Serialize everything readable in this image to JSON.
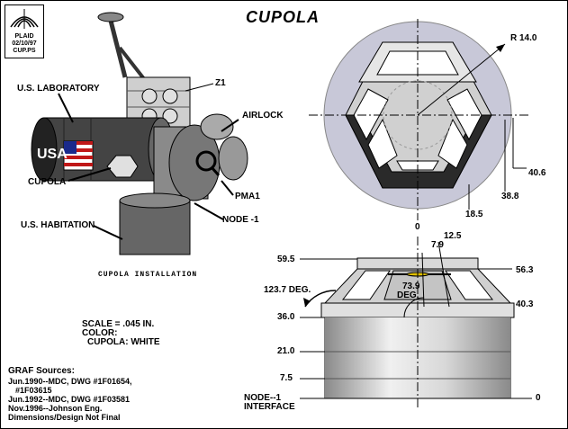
{
  "title": "CUPOLA",
  "logo": {
    "line1": "PLAID",
    "line2": "02/10/97",
    "line3": "CUP.PS"
  },
  "left_labels": {
    "z1": "Z1",
    "us_laboratory": "U.S. LABORATORY",
    "airlock": "AIRLOCK",
    "usa": "USA",
    "cupola": "CUPOLA",
    "pma1": "PMA1",
    "node1": "NODE -1",
    "us_habitation": "U.S. HABITATION",
    "installation": "CUPOLA INSTALLATION"
  },
  "scale_block": {
    "scale": "SCALE = .045 IN.",
    "color": "COLOR:",
    "cupola_color": "CUPOLA:  WHITE"
  },
  "sources": {
    "header": "GRAF Sources:",
    "line1": "Jun.1990--MDC, DWG #1F01654,",
    "line2": "#1F03615",
    "line3": "Jun.1992--MDC, DWG #1F03581",
    "line4": "Nov.1996--Johnson Eng.",
    "line5": "Dimensions/Design Not Final"
  },
  "top_view": {
    "radius": "R 14.0",
    "dim_406": "40.6",
    "dim_388": "38.8",
    "dim_185": "18.5",
    "dim_0": "0"
  },
  "side_view": {
    "dim_595": "59.5",
    "dim_79": "7.9",
    "dim_125": "12.5",
    "dim_563": "56.3",
    "angle_1237": "123.7 DEG.",
    "angle_739": "73.9",
    "angle_deg": "DEG.",
    "dim_403": "40.3",
    "dim_360": "36.0",
    "dim_210": "21.0",
    "dim_75": "7.5",
    "node_interface_1": "NODE--1",
    "node_interface_2": "INTERFACE",
    "dim_right_0": "0"
  },
  "colors": {
    "disc": "#c8c8d8",
    "frame_light": "#d8d8d8",
    "frame_dark": "#2a2a2a",
    "window": "#ffffff",
    "cylinder": "#b0b0b0",
    "flag_red": "#c01818",
    "flag_blue": "#1a2a8c"
  }
}
